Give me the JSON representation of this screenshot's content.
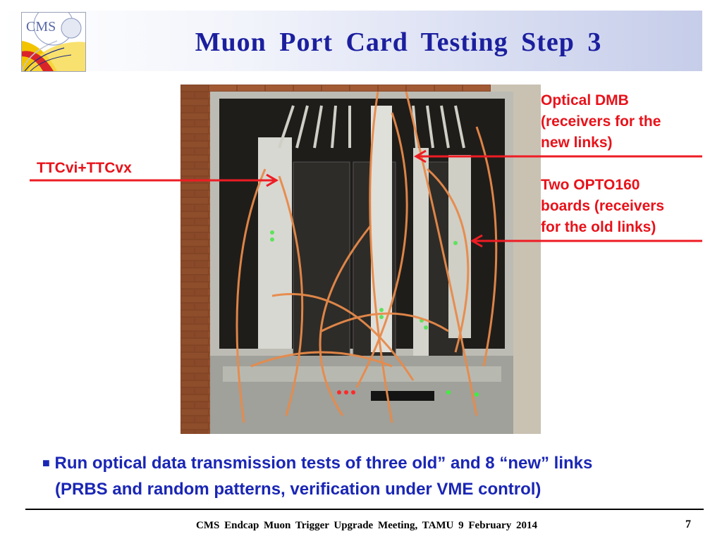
{
  "slide": {
    "title": "Muon  Port  Card  Testing  Step 3",
    "logo_text": "CMS"
  },
  "callouts": {
    "left": "TTCvi+TTCvx",
    "right_top": [
      "Optical DMB",
      "(receivers for the",
      "new links)"
    ],
    "right_bottom": [
      "Two OPTO160",
      "boards (receivers",
      "for the old links)"
    ]
  },
  "bullet": {
    "marker": "■",
    "line1": "Run optical data transmission tests of three old” and 8 “new” links",
    "line2": "(PRBS and random patterns, verification under VME control)"
  },
  "footer": {
    "text": "CMS  Endcap  Muon  Trigger  Upgrade Meeting,  TAMU  9 February 2014",
    "page_number": "7"
  },
  "colors": {
    "title": "#1b1f9e",
    "callout": "#e8121a",
    "bullet": "#1a26b5"
  }
}
